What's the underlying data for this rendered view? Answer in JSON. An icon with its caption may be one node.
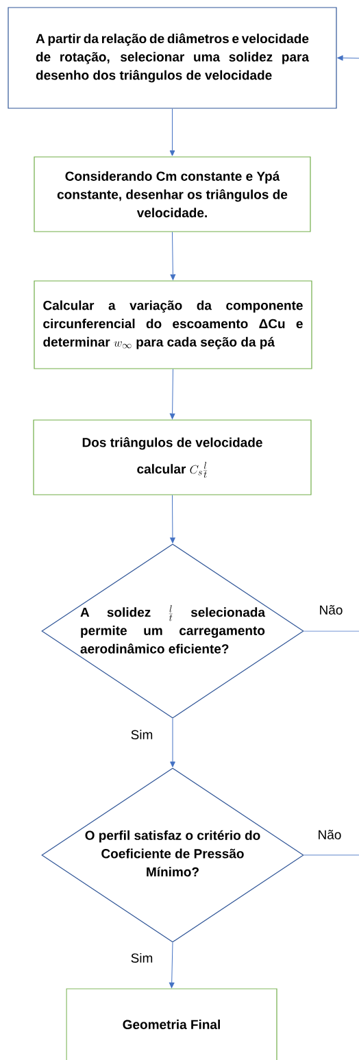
{
  "diagram": {
    "nodes": [
      {
        "text": [
          "A partir da relação de diâmetros e velocidade de rotação, selecionar uma solidez para desenho dos triângulos de velocidade"
        ]
      },
      {
        "text": [
          "Considerando Cm constante e Ypá constante, desenhar os triângulos de velocidade."
        ]
      },
      {
        "text": [
          "Calcular a variação da componente circunferencial do escoamento ΔCu e determinar",
          "w_{\\infty}",
          "para cada seção da pá"
        ]
      },
      {
        "text": [
          "Dos triângulos de velocidade",
          "calcular",
          "C_s\\frac{l}{t}"
        ]
      },
      {
        "text": [
          "A solidez",
          "\\frac{l}{t}",
          "selecionada permite um carregamento aerodinâmico eficiente?"
        ]
      },
      {
        "text": [
          "O perfil satisfaz o critério do Coeficiente de Pressão Mínimo?"
        ]
      },
      {
        "text": [
          "Geometria Final"
        ]
      }
    ],
    "edges": [
      {
        "from": 0,
        "to": 1,
        "arrow": "to"
      },
      {
        "from": 1,
        "to": 2,
        "arrow": "to"
      },
      {
        "from": 2,
        "to": 3,
        "arrow": "to"
      },
      {
        "from": 3,
        "to": 4,
        "arrow": "to"
      },
      {
        "from": 4,
        "to": 5,
        "arrow": "to",
        "label": "Sim"
      },
      {
        "from": 5,
        "to": 6,
        "arrow": "to",
        "label": "Sim"
      },
      {
        "from": 4,
        "to": null,
        "arrow": "none",
        "label": "Não"
      },
      {
        "from": 5,
        "to": null,
        "arrow": "none",
        "label": "Não"
      },
      {
        "from": null,
        "to": 0,
        "arrow": "to"
      }
    ]
  }
}
